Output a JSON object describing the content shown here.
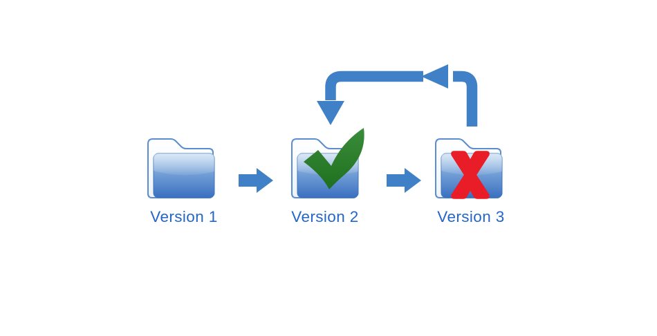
{
  "diagram": {
    "title": "version-control-folders",
    "folders": [
      {
        "label": "Version 1",
        "badge": "none"
      },
      {
        "label": "Version 2",
        "badge": "checkmark"
      },
      {
        "label": "Version 3",
        "badge": "x-mark"
      }
    ],
    "connections": [
      {
        "from": "Version 1",
        "to": "Version 2",
        "type": "arrow-right"
      },
      {
        "from": "Version 2",
        "to": "Version 3",
        "type": "arrow-right"
      },
      {
        "from": "Version 3",
        "to": "Version 2",
        "type": "loop-back-arrow"
      }
    ],
    "colors": {
      "arrow_blue": "#4080C7",
      "folder_outline": "#5B8BD0",
      "folder_front_top": "#AECDEC",
      "folder_front_mid": "#6E9BD4",
      "folder_front_bottom": "#3A70C0",
      "label_text": "#2365C8",
      "check_green_light": "#3A8D3A",
      "check_green_dark": "#1F6F1F",
      "x_red": "#E81D27",
      "page_bg": "#FFFFFF"
    }
  }
}
